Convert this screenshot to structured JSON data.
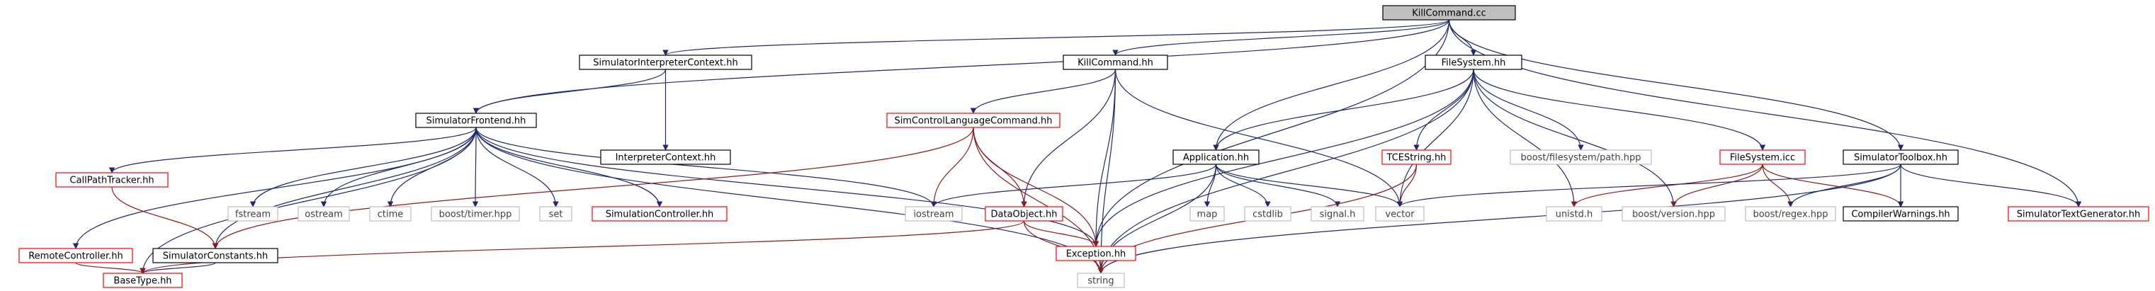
{
  "graph": {
    "nodes": [
      {
        "id": "killcommand_cc",
        "label": "KillCommand.cc",
        "style": "root"
      },
      {
        "id": "sim_interp_ctx_hh",
        "label": "SimulatorInterpreterContext.hh",
        "style": "normal"
      },
      {
        "id": "killcommand_hh",
        "label": "KillCommand.hh",
        "style": "normal"
      },
      {
        "id": "filesystem_hh",
        "label": "FileSystem.hh",
        "style": "normal"
      },
      {
        "id": "sim_frontend_hh",
        "label": "SimulatorFrontend.hh",
        "style": "normal"
      },
      {
        "id": "interp_ctx_hh",
        "label": "InterpreterContext.hh",
        "style": "normal"
      },
      {
        "id": "simcontrol_lang_hh",
        "label": "SimControlLanguageCommand.hh",
        "style": "red"
      },
      {
        "id": "application_hh",
        "label": "Application.hh",
        "style": "normal"
      },
      {
        "id": "tcestring_hh",
        "label": "TCEString.hh",
        "style": "red"
      },
      {
        "id": "boost_fs_path",
        "label": "boost/filesystem/path.hpp",
        "style": "gray"
      },
      {
        "id": "filesystem_icc",
        "label": "FileSystem.icc",
        "style": "red"
      },
      {
        "id": "sim_toolbox_hh",
        "label": "SimulatorToolbox.hh",
        "style": "normal"
      },
      {
        "id": "callpathtracker_hh",
        "label": "CallPathTracker.hh",
        "style": "red"
      },
      {
        "id": "fstream",
        "label": "fstream",
        "style": "gray"
      },
      {
        "id": "ostream",
        "label": "ostream",
        "style": "gray"
      },
      {
        "id": "ctime",
        "label": "ctime",
        "style": "gray"
      },
      {
        "id": "boost_timer",
        "label": "boost/timer.hpp",
        "style": "gray"
      },
      {
        "id": "set",
        "label": "set",
        "style": "gray"
      },
      {
        "id": "sim_controller_hh",
        "label": "SimulationController.hh",
        "style": "red"
      },
      {
        "id": "iostream",
        "label": "iostream",
        "style": "gray"
      },
      {
        "id": "dataobject_hh",
        "label": "DataObject.hh",
        "style": "red"
      },
      {
        "id": "map",
        "label": "map",
        "style": "gray"
      },
      {
        "id": "cstdlib",
        "label": "cstdlib",
        "style": "gray"
      },
      {
        "id": "signal_h",
        "label": "signal.h",
        "style": "gray"
      },
      {
        "id": "vector",
        "label": "vector",
        "style": "gray"
      },
      {
        "id": "unistd_h",
        "label": "unistd.h",
        "style": "gray"
      },
      {
        "id": "boost_version",
        "label": "boost/version.hpp",
        "style": "gray"
      },
      {
        "id": "boost_regex",
        "label": "boost/regex.hpp",
        "style": "gray"
      },
      {
        "id": "compiler_warnings_hh",
        "label": "CompilerWarnings.hh",
        "style": "normal"
      },
      {
        "id": "sim_textgen_hh",
        "label": "SimulatorTextGenerator.hh",
        "style": "red"
      },
      {
        "id": "remotecontroller_hh",
        "label": "RemoteController.hh",
        "style": "red"
      },
      {
        "id": "sim_constants_hh",
        "label": "SimulatorConstants.hh",
        "style": "normal"
      },
      {
        "id": "exception_hh",
        "label": "Exception.hh",
        "style": "red"
      },
      {
        "id": "basetype_hh",
        "label": "BaseType.hh",
        "style": "red"
      },
      {
        "id": "string",
        "label": "string",
        "style": "gray"
      }
    ],
    "edges": [
      [
        "killcommand_cc",
        "sim_interp_ctx_hh"
      ],
      [
        "killcommand_cc",
        "killcommand_hh"
      ],
      [
        "killcommand_cc",
        "filesystem_hh"
      ],
      [
        "killcommand_cc",
        "sim_frontend_hh"
      ],
      [
        "killcommand_cc",
        "application_hh"
      ],
      [
        "killcommand_cc",
        "sim_toolbox_hh"
      ],
      [
        "killcommand_cc",
        "sim_textgen_hh"
      ],
      [
        "killcommand_cc",
        "exception_hh"
      ],
      [
        "sim_interp_ctx_hh",
        "sim_frontend_hh"
      ],
      [
        "sim_interp_ctx_hh",
        "interp_ctx_hh"
      ],
      [
        "killcommand_hh",
        "simcontrol_lang_hh"
      ],
      [
        "killcommand_hh",
        "dataobject_hh"
      ],
      [
        "killcommand_hh",
        "exception_hh"
      ],
      [
        "killcommand_hh",
        "vector"
      ],
      [
        "killcommand_hh",
        "string"
      ],
      [
        "filesystem_hh",
        "application_hh"
      ],
      [
        "filesystem_hh",
        "tcestring_hh"
      ],
      [
        "filesystem_hh",
        "boost_fs_path"
      ],
      [
        "filesystem_hh",
        "filesystem_icc"
      ],
      [
        "filesystem_hh",
        "vector"
      ],
      [
        "filesystem_hh",
        "unistd_h"
      ],
      [
        "filesystem_hh",
        "boost_version"
      ],
      [
        "filesystem_hh",
        "exception_hh"
      ],
      [
        "filesystem_hh",
        "string"
      ],
      [
        "sim_frontend_hh",
        "callpathtracker_hh"
      ],
      [
        "sim_frontend_hh",
        "fstream"
      ],
      [
        "sim_frontend_hh",
        "ostream"
      ],
      [
        "sim_frontend_hh",
        "ctime"
      ],
      [
        "sim_frontend_hh",
        "boost_timer"
      ],
      [
        "sim_frontend_hh",
        "set"
      ],
      [
        "sim_frontend_hh",
        "sim_controller_hh"
      ],
      [
        "sim_frontend_hh",
        "iostream"
      ],
      [
        "sim_frontend_hh",
        "remotecontroller_hh"
      ],
      [
        "sim_frontend_hh",
        "sim_constants_hh"
      ],
      [
        "sim_frontend_hh",
        "exception_hh"
      ],
      [
        "sim_frontend_hh",
        "basetype_hh"
      ],
      [
        "sim_frontend_hh",
        "string"
      ],
      [
        "simcontrol_lang_hh",
        "iostream"
      ],
      [
        "simcontrol_lang_hh",
        "dataobject_hh"
      ],
      [
        "simcontrol_lang_hh",
        "exception_hh"
      ],
      [
        "simcontrol_lang_hh",
        "sim_constants_hh"
      ],
      [
        "simcontrol_lang_hh",
        "string"
      ],
      [
        "application_hh",
        "iostream"
      ],
      [
        "application_hh",
        "map"
      ],
      [
        "application_hh",
        "cstdlib"
      ],
      [
        "application_hh",
        "signal_h"
      ],
      [
        "application_hh",
        "vector"
      ],
      [
        "application_hh",
        "string"
      ],
      [
        "tcestring_hh",
        "vector"
      ],
      [
        "tcestring_hh",
        "string"
      ],
      [
        "filesystem_icc",
        "unistd_h"
      ],
      [
        "filesystem_icc",
        "boost_version"
      ],
      [
        "filesystem_icc",
        "boost_regex"
      ],
      [
        "filesystem_icc",
        "compiler_warnings_hh"
      ],
      [
        "sim_toolbox_hh",
        "vector"
      ],
      [
        "sim_toolbox_hh",
        "boost_regex"
      ],
      [
        "sim_toolbox_hh",
        "compiler_warnings_hh"
      ],
      [
        "sim_toolbox_hh",
        "sim_textgen_hh"
      ],
      [
        "sim_toolbox_hh",
        "string"
      ],
      [
        "callpathtracker_hh",
        "sim_constants_hh"
      ],
      [
        "remotecontroller_hh",
        "basetype_hh"
      ],
      [
        "sim_constants_hh",
        "basetype_hh"
      ],
      [
        "dataobject_hh",
        "exception_hh"
      ],
      [
        "dataobject_hh",
        "basetype_hh"
      ],
      [
        "dataobject_hh",
        "string"
      ],
      [
        "exception_hh",
        "string"
      ]
    ]
  },
  "colors": {
    "edge_dark": "#1f2a6b",
    "edge_red": "#8b1a1a",
    "edge_gray": "#a0a0a0",
    "border_normal": "#000000",
    "border_red": "#ff0000",
    "border_gray": "#bfbfbf",
    "root_fill": "#bfbfbf",
    "node_fill": "#ffffff"
  }
}
